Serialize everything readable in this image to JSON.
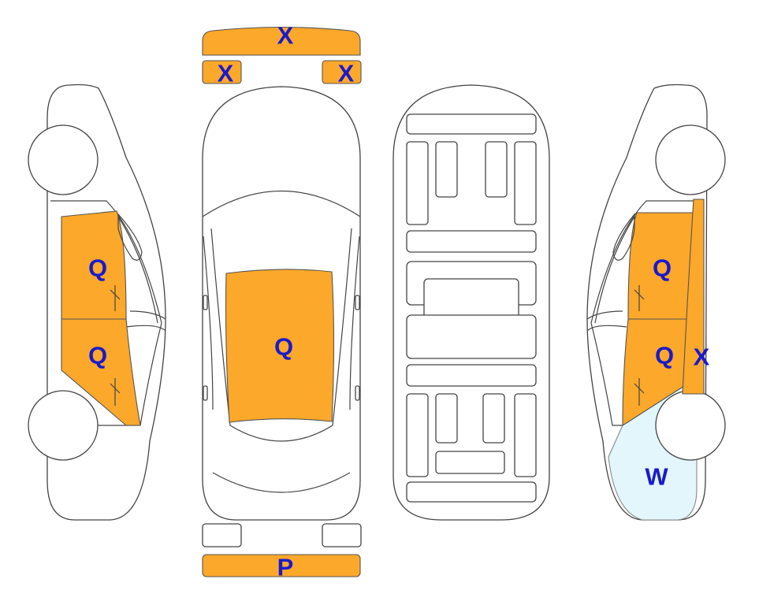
{
  "colors": {
    "damage_fill": "#fca82b",
    "wash_fill": "#e2f6fc",
    "label_color": "#1a1acc",
    "outline": "#444444"
  },
  "labels": {
    "front_bumper": "X",
    "front_left_corner": "X",
    "front_right_corner": "X",
    "hood": "Q",
    "rear_bumper": "P",
    "left_front_door": "Q",
    "left_rear_door": "Q",
    "right_front_door": "Q",
    "right_rear_door": "Q",
    "right_rear_pillar": "X",
    "right_rear_quarter": "W"
  }
}
